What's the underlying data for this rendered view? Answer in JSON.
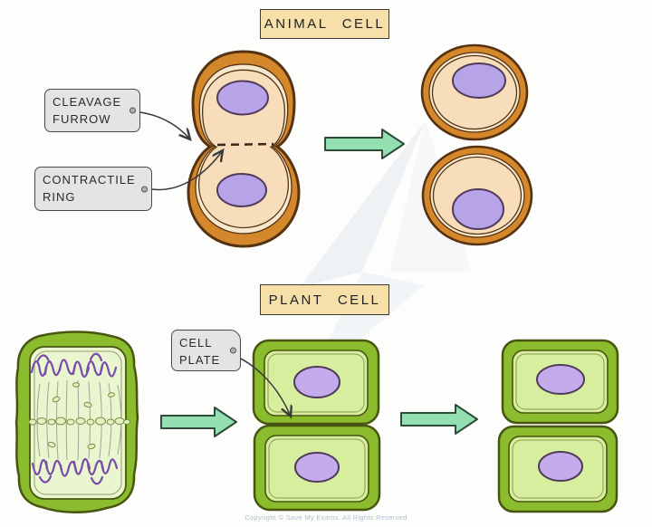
{
  "titles": {
    "animal": "ANIMAL CELL",
    "plant": "PLANT CELL"
  },
  "tags": {
    "cleavage_furrow": {
      "line1": "CLEAVAGE",
      "line2": "FURROW"
    },
    "contractile_ring": {
      "line1": "CONTRACTILE",
      "line2": "RING"
    },
    "cell_plate": {
      "line1": "CELL",
      "line2": "PLATE"
    }
  },
  "footer": {
    "copyright": "Copyright © Save My Exams. All Rights Reserved"
  },
  "colors": {
    "title_box_bg": "#f6dfa9",
    "tag_bg": "#e4e4e4",
    "animal_membrane": "#d5872c",
    "animal_membrane_outline": "#553312",
    "animal_inner_band": "#f7e8cd",
    "animal_cytoplasm": "#f8ddba",
    "nucleus_fill": "#b7a3e8",
    "nucleus_fill_plant": "#c4abec",
    "nucleus_outline": "#4f3b59",
    "plant_wall": "#8abc2d",
    "plant_wall_outline": "#485510",
    "plant_cytoplasm_light": "#e9f6cf",
    "plant_cytoplasm": "#d7ee9f",
    "arrow_fill": "#93dfb1",
    "arrow_outline": "#2f4a38",
    "chromosome": "#7a4caa",
    "spindle": "#9aa89a",
    "watermark": "#eef2f5",
    "copyright_color": "#aebecb"
  }
}
